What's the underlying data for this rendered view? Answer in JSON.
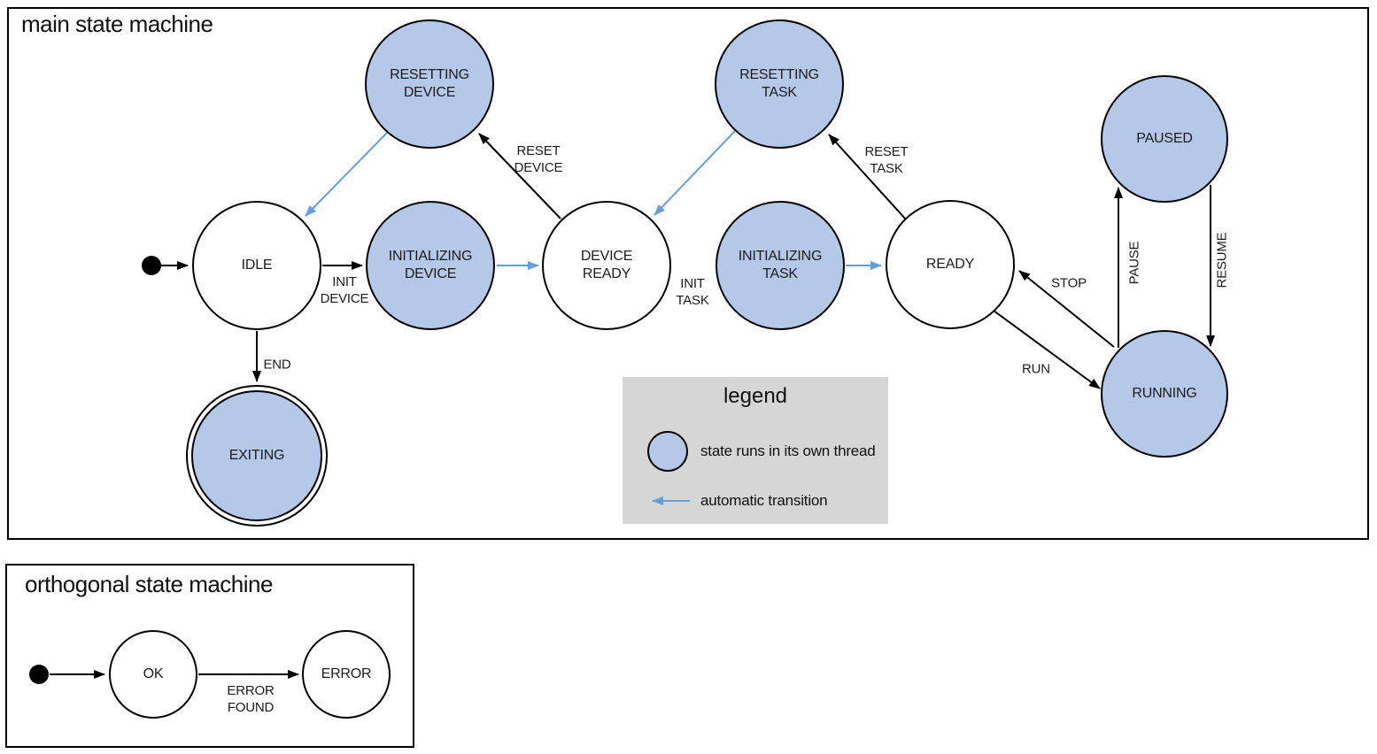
{
  "main": {
    "title": "main state machine",
    "states": [
      {
        "label": "IDLE"
      },
      {
        "label": "INITIALIZING DEVICE"
      },
      {
        "label": "DEVICE READY"
      },
      {
        "label": "INITIALIZING TASK"
      },
      {
        "label": "READY"
      },
      {
        "label": "RESETTING DEVICE"
      },
      {
        "label": "RESETTING TASK"
      },
      {
        "label": "PAUSED"
      },
      {
        "label": "RUNNING"
      },
      {
        "label": "EXITING"
      }
    ],
    "transitions": [
      {
        "label": "INIT DEVICE"
      },
      {
        "label": "INIT TASK"
      },
      {
        "label": "RESET DEVICE"
      },
      {
        "label": "RESET TASK"
      },
      {
        "label": "END"
      },
      {
        "label": "STOP"
      },
      {
        "label": "RUN"
      },
      {
        "label": "PAUSE"
      },
      {
        "label": "RESUME"
      }
    ]
  },
  "legend": {
    "title": "legend",
    "items": [
      {
        "label": "state runs in its own thread"
      },
      {
        "label": "automatic transition"
      }
    ]
  },
  "ortho": {
    "title": "orthogonal state machine",
    "states": [
      {
        "label": "OK"
      },
      {
        "label": "ERROR"
      }
    ],
    "transitions": [
      {
        "label": "ERROR FOUND"
      }
    ]
  },
  "colors": {
    "threaded_state_fill": "#b5c8e8",
    "automatic_transition": "#63a0db",
    "legend_bg": "#d6d6d6",
    "stroke": "#000000"
  }
}
